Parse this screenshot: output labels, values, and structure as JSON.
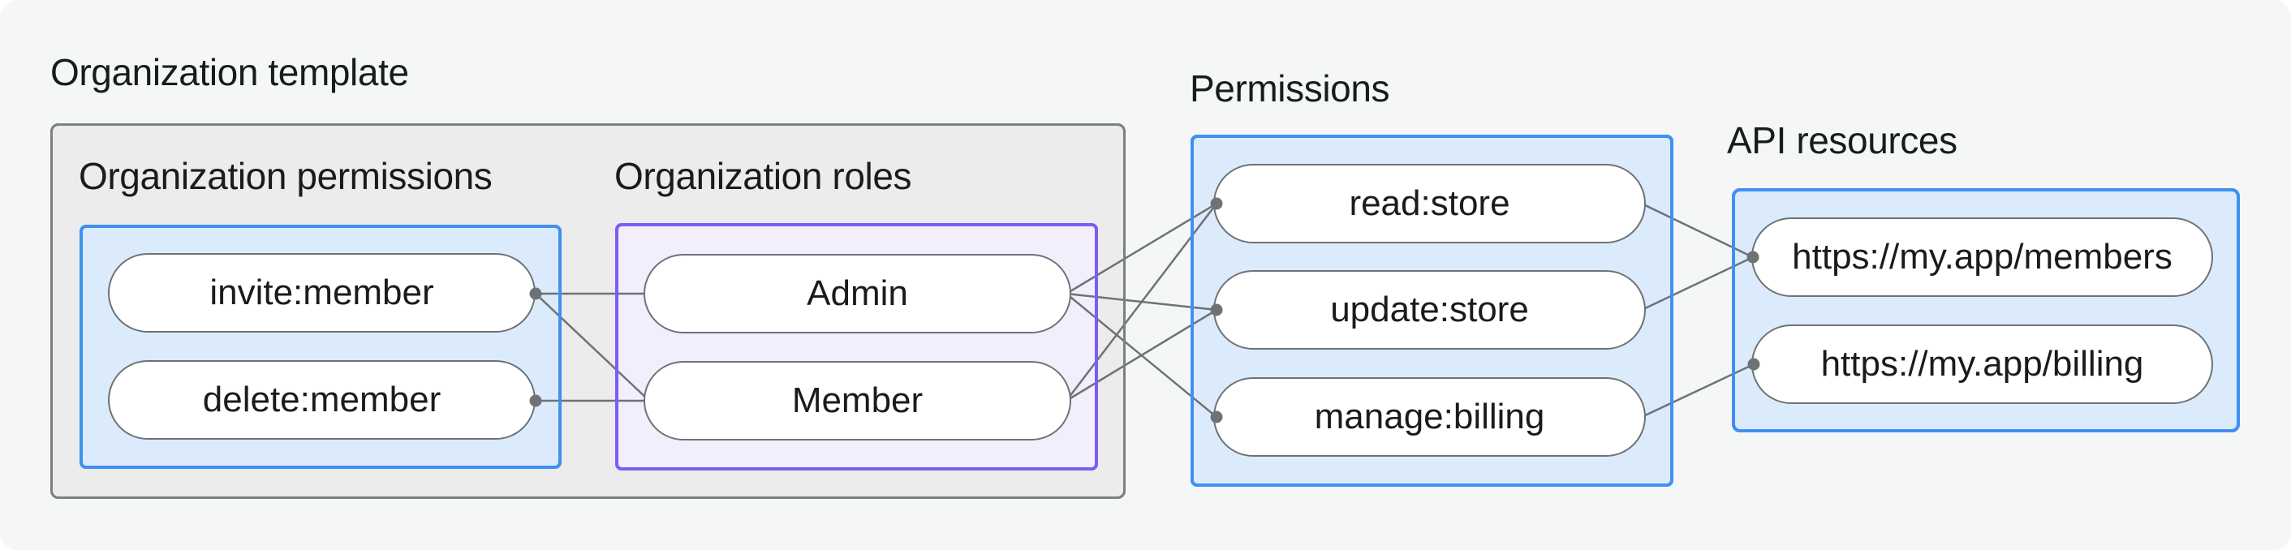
{
  "diagram": {
    "org_template": {
      "label": "Organization template"
    },
    "groups": [
      {
        "id": "org-permissions",
        "label": "Organization permissions",
        "nodes": [
          {
            "label": "invite:member"
          },
          {
            "label": "delete:member"
          }
        ]
      },
      {
        "id": "org-roles",
        "label": "Organization roles",
        "nodes": [
          {
            "label": "Admin"
          },
          {
            "label": "Member"
          }
        ]
      },
      {
        "id": "permissions",
        "label": "Permissions",
        "nodes": [
          {
            "label": "read:store"
          },
          {
            "label": "update:store"
          },
          {
            "label": "manage:billing"
          }
        ]
      },
      {
        "id": "api-resources",
        "label": "API resources",
        "nodes": [
          {
            "label": "https://my.app/members"
          },
          {
            "label": "https://my.app/billing"
          }
        ]
      }
    ],
    "edges": [
      {
        "from": "invite:member",
        "to": "Admin"
      },
      {
        "from": "invite:member",
        "to": "Member"
      },
      {
        "from": "delete:member",
        "to": "Member"
      },
      {
        "from": "Admin",
        "to": "read:store"
      },
      {
        "from": "Admin",
        "to": "update:store"
      },
      {
        "from": "Admin",
        "to": "manage:billing"
      },
      {
        "from": "Member",
        "to": "read:store"
      },
      {
        "from": "Member",
        "to": "update:store"
      },
      {
        "from": "read:store",
        "to": "https://my.app/members"
      },
      {
        "from": "update:store",
        "to": "https://my.app/members"
      },
      {
        "from": "manage:billing",
        "to": "https://my.app/billing"
      }
    ],
    "colors": {
      "background": "#f5f7f7",
      "template_box_fill": "#ebeceb",
      "template_box_border": "#7c8084",
      "blue_box_fill": "#dcebfb",
      "blue_box_border": "#4090f2",
      "purple_box_fill": "#f3eefc",
      "purple_box_border": "#7c5cf4",
      "node_fill": "#ffffff",
      "node_border": "#6e7276",
      "edge_line": "#6e7276",
      "text": "#191c1f"
    }
  }
}
